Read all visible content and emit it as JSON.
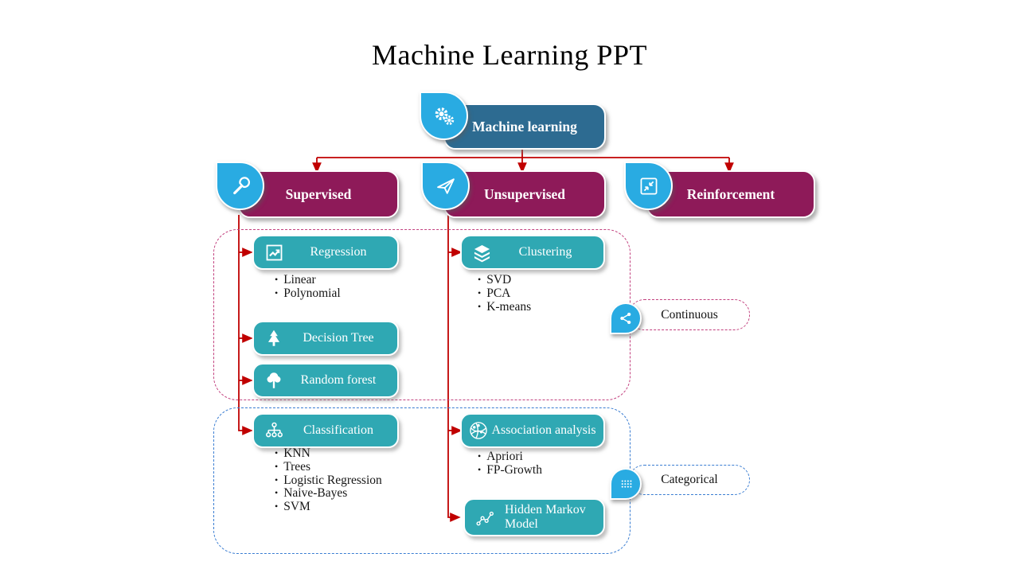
{
  "slide": {
    "title": "Machine Learning PPT"
  },
  "root": {
    "label": "Machine learning",
    "icon": "gears-icon"
  },
  "categories": [
    {
      "label": "Supervised",
      "icon": "wrench-icon"
    },
    {
      "label": "Unsupervised",
      "icon": "paper-plane-icon"
    },
    {
      "label": "Reinforcement",
      "icon": "compress-arrows-icon"
    }
  ],
  "nodes": {
    "regression": {
      "label": "Regression",
      "icon": "chart-line-icon",
      "items": [
        "Linear",
        "Polynomial"
      ]
    },
    "decision_tree": {
      "label": "Decision Tree",
      "icon": "pine-tree-icon"
    },
    "random_forest": {
      "label": "Random forest",
      "icon": "round-tree-icon"
    },
    "clustering": {
      "label": "Clustering",
      "icon": "layers-icon",
      "items": [
        "SVD",
        "PCA",
        "K-means"
      ]
    },
    "classification": {
      "label": "Classification",
      "icon": "org-chart-icon",
      "items": [
        "KNN",
        "Trees",
        "Logistic Regression",
        "Naive-Bayes",
        "SVM"
      ]
    },
    "association": {
      "label": "Association analysis",
      "icon": "globe-network-icon",
      "items": [
        "Apriori",
        "FP-Growth"
      ]
    },
    "hmm": {
      "label": "Hidden Markov Model",
      "icon": "markov-chain-icon"
    }
  },
  "tags": {
    "continuous": "Continuous",
    "categorical": "Categorical"
  },
  "colors": {
    "root_box": "#2d6b91",
    "category_box": "#8e1a59",
    "leaf_box": "#2fa8b3",
    "connector_arrows": "#c00000",
    "drop_icon": "#29abe2",
    "continuous_group_border": "#c2407e",
    "categorical_group_border": "#3a7dd2",
    "title_text": "#000000",
    "bullet_text": "#161616"
  }
}
